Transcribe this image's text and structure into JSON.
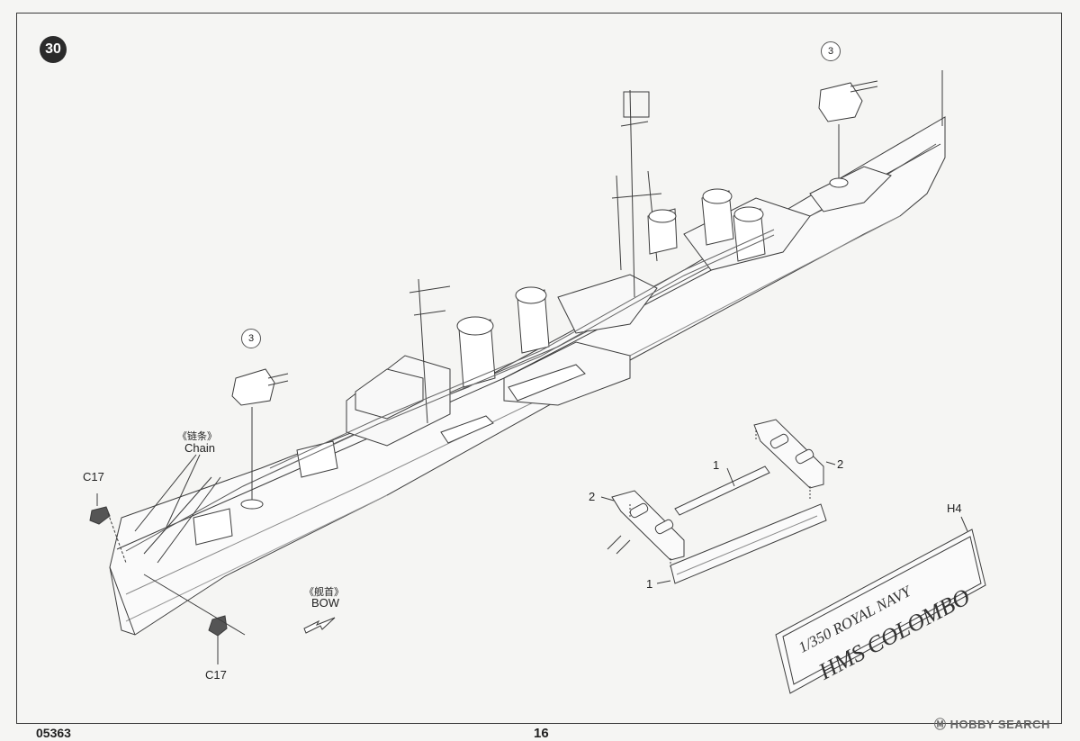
{
  "step_number": "30",
  "callouts": {
    "turret_aft": "3",
    "turret_fwd": "3"
  },
  "labels": {
    "chain_cn": "《链条》",
    "chain_en": "Chain",
    "c17_top": "C17",
    "c17_bottom": "C17",
    "bow_cn": "《舰首》",
    "bow_en": "BOW",
    "stand_1_upper": "1",
    "stand_1_lower": "1",
    "stand_2_left": "2",
    "stand_2_right": "2",
    "plate_part": "H4"
  },
  "plate": {
    "line1": "1/350 ROYAL NAVY",
    "line2": "HMS COLOMBO"
  },
  "footer": {
    "code": "05363",
    "page": "16",
    "watermark": "Ⓜ HOBBY SEARCH"
  }
}
